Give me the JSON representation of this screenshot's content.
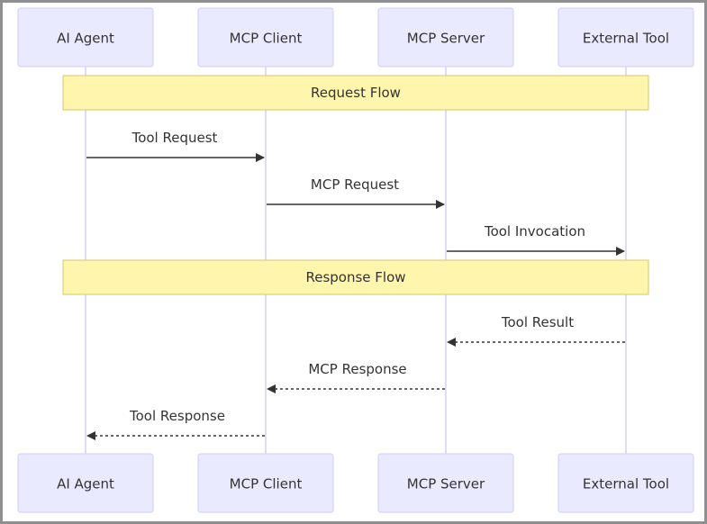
{
  "participants": [
    {
      "id": "agent",
      "label": "AI Agent"
    },
    {
      "id": "client",
      "label": "MCP Client"
    },
    {
      "id": "server",
      "label": "MCP Server"
    },
    {
      "id": "tool",
      "label": "External Tool"
    }
  ],
  "notes": [
    {
      "label": "Request Flow"
    },
    {
      "label": "Response Flow"
    }
  ],
  "messages": [
    {
      "label": "Tool Request",
      "from": "agent",
      "to": "client",
      "style": "solid"
    },
    {
      "label": "MCP Request",
      "from": "client",
      "to": "server",
      "style": "solid"
    },
    {
      "label": "Tool Invocation",
      "from": "server",
      "to": "tool",
      "style": "solid"
    },
    {
      "label": "Tool Result",
      "from": "tool",
      "to": "server",
      "style": "dashed"
    },
    {
      "label": "MCP Response",
      "from": "server",
      "to": "client",
      "style": "dashed"
    },
    {
      "label": "Tool Response",
      "from": "client",
      "to": "agent",
      "style": "dashed"
    }
  ],
  "colors": {
    "actor_fill": "#eaeaff",
    "actor_stroke": "#ccccff",
    "note_fill": "#fff5ad",
    "note_stroke": "#d6c86a",
    "lifeline": "#d6d0f0",
    "arrow": "#333333"
  }
}
